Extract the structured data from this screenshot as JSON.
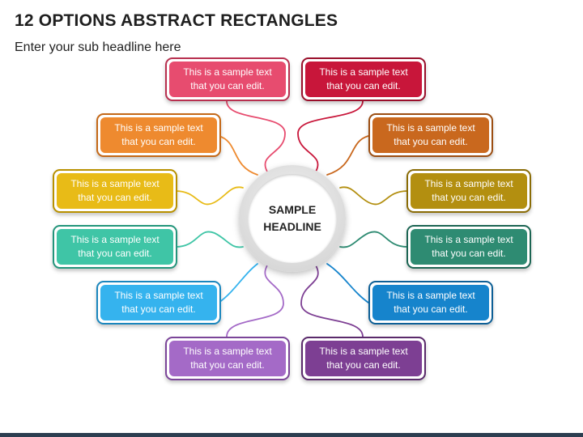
{
  "title": "12 OPTIONS ABSTRACT RECTANGLES",
  "subtitle": "Enter your sub headline here",
  "hub": {
    "label": "SAMPLE\nHEADLINE"
  },
  "options": [
    {
      "text": "This is a sample text\nthat you can edit.",
      "color": "#e74c6f",
      "border": "#b8304f"
    },
    {
      "text": "This is a sample text\nthat you can edit.",
      "color": "#c8163a",
      "border": "#9a0f2b"
    },
    {
      "text": "This is a sample text\nthat you can edit.",
      "color": "#ee8a2f",
      "border": "#c46817"
    },
    {
      "text": "This is a sample text\nthat you can edit.",
      "color": "#c9681e",
      "border": "#9c4e12"
    },
    {
      "text": "This is a sample text\nthat you can edit.",
      "color": "#e8bb17",
      "border": "#b89100"
    },
    {
      "text": "This is a sample text\nthat you can edit.",
      "color": "#b38f10",
      "border": "#8a6c06"
    },
    {
      "text": "This is a sample text\nthat you can edit.",
      "color": "#3fc5a6",
      "border": "#23957b"
    },
    {
      "text": "This is a sample text\nthat you can edit.",
      "color": "#2e8b72",
      "border": "#1c6553"
    },
    {
      "text": "This is a sample text\nthat you can edit.",
      "color": "#35b3ee",
      "border": "#1a86bd"
    },
    {
      "text": "This is a sample text\nthat you can edit.",
      "color": "#1684cc",
      "border": "#0d5f96"
    },
    {
      "text": "This is a sample text\nthat you can edit.",
      "color": "#a46ac7",
      "border": "#7b4599"
    },
    {
      "text": "This is a sample text\nthat you can edit.",
      "color": "#7d3f93",
      "border": "#5a2a6b"
    }
  ]
}
